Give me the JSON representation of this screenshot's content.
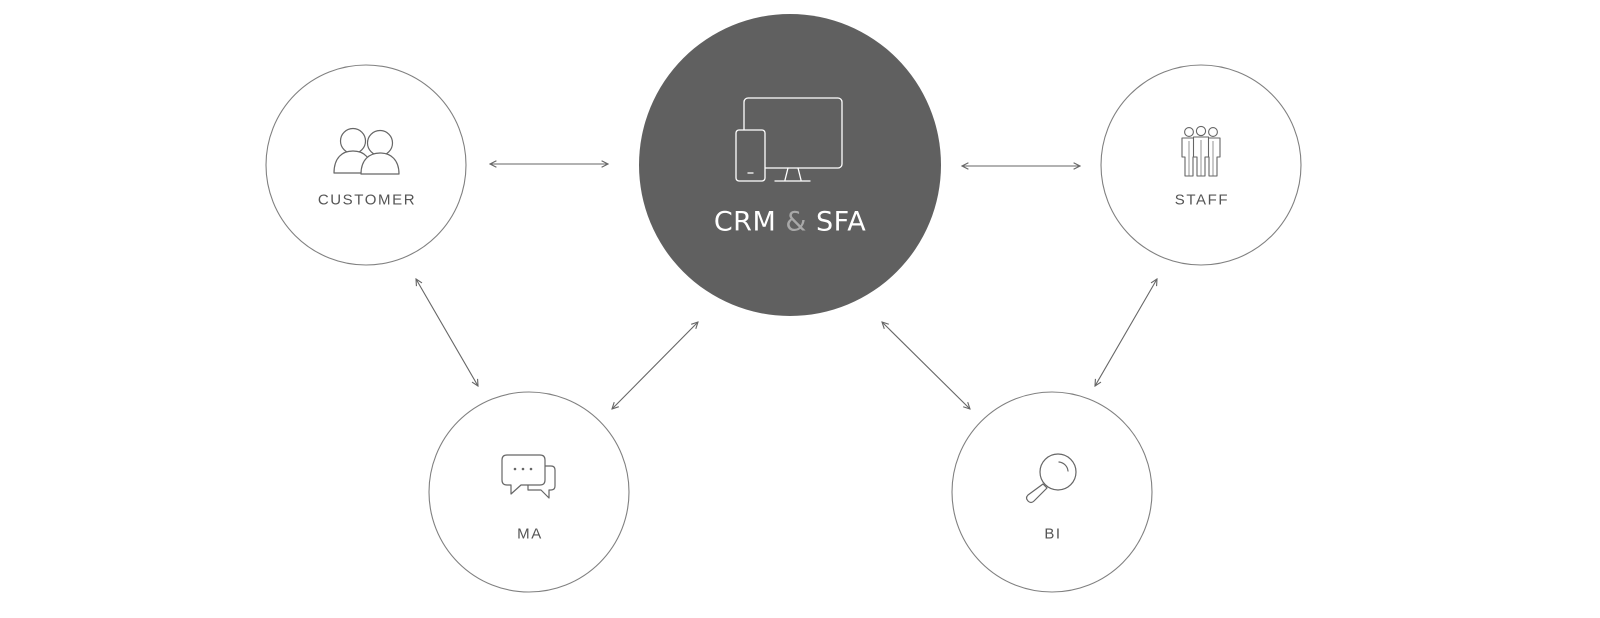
{
  "hub": {
    "left": "CRM",
    "amp": "&",
    "right": "SFA",
    "icon": "devices-icon",
    "fill_color": "#606060"
  },
  "nodes": {
    "customer": {
      "label": "CUSTOMER",
      "icon": "users-icon"
    },
    "staff": {
      "label": "STAFF",
      "icon": "team-icon"
    },
    "ma": {
      "label": "MA",
      "icon": "chat-bubbles-icon"
    },
    "bi": {
      "label": "BI",
      "icon": "magnifier-icon"
    }
  },
  "connections": [
    {
      "from": "customer",
      "to": "hub",
      "direction": "bidirectional"
    },
    {
      "from": "hub",
      "to": "staff",
      "direction": "bidirectional"
    },
    {
      "from": "customer",
      "to": "ma",
      "direction": "bidirectional"
    },
    {
      "from": "ma",
      "to": "hub",
      "direction": "bidirectional"
    },
    {
      "from": "hub",
      "to": "bi",
      "direction": "bidirectional"
    },
    {
      "from": "staff",
      "to": "bi",
      "direction": "bidirectional"
    }
  ],
  "colors": {
    "line": "#666666",
    "node_border": "#808080",
    "label": "#555555",
    "hub_text": "#ffffff",
    "hub_amp": "#a8a8a8"
  }
}
